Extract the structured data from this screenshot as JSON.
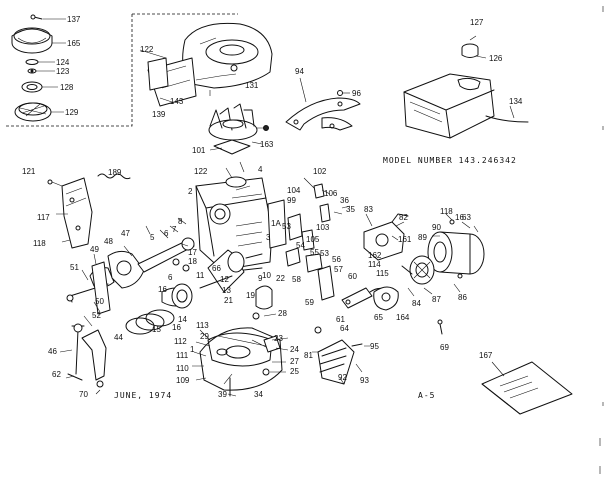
{
  "model_label": "MODEL NUMBER 143.246342",
  "date_label": "JUNE, 1974",
  "page_code": "A-5",
  "part_numbers": [
    "137",
    "165",
    "124",
    "123",
    "128",
    "129",
    "122",
    "131",
    "143",
    "139",
    "94",
    "96",
    "127",
    "126",
    "134",
    "163",
    "101",
    "4",
    "122",
    "121",
    "189",
    "102",
    "106",
    "117",
    "104",
    "99",
    "36",
    "35",
    "83",
    "82",
    "118",
    "63",
    "2",
    "103",
    "105",
    "53",
    "161",
    "90",
    "89",
    "47",
    "48",
    "5",
    "6",
    "7",
    "8",
    "17",
    "18",
    "11",
    "66",
    "12",
    "13",
    "14",
    "15",
    "16",
    "113",
    "29",
    "112",
    "1",
    "111",
    "110",
    "109",
    "39",
    "34",
    "3",
    "21",
    "22",
    "23",
    "24",
    "27",
    "25",
    "28",
    "10",
    "58",
    "54",
    "55",
    "53",
    "57",
    "56",
    "59",
    "60",
    "61",
    "64",
    "65",
    "164",
    "162",
    "114",
    "115",
    "84",
    "87",
    "86",
    "49",
    "51",
    "50",
    "52",
    "44",
    "46",
    "62",
    "70",
    "81",
    "95",
    "92",
    "93",
    "69",
    "167",
    "19",
    "9",
    "1A",
    "16"
  ]
}
